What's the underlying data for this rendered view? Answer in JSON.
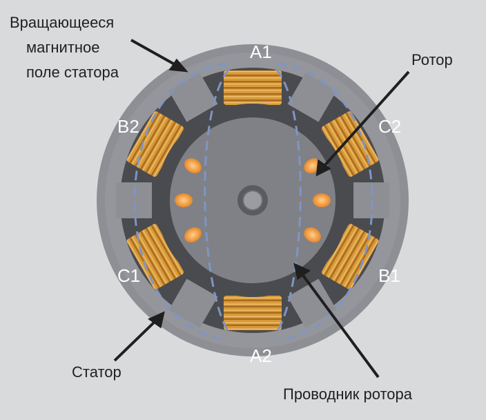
{
  "labels": {
    "field_line1": "Вращающееся",
    "field_line2": "магнитное",
    "field_line3": "поле статора",
    "rotor": "Ротор",
    "stator": "Статор",
    "rotor_conductor": "Проводник ротора"
  },
  "coils": {
    "a1": "A1",
    "a2": "A2",
    "b1": "B1",
    "b2": "B2",
    "c1": "C1",
    "c2": "C2"
  },
  "colors": {
    "background": "#d9dadc",
    "stator_disk": "#8d8f94",
    "stator_core": "#4a4b4f",
    "rotor": "#7f8186",
    "winding": "#d89a3a",
    "conductor": "#f0a040",
    "field_lines": "#7f95c4"
  }
}
